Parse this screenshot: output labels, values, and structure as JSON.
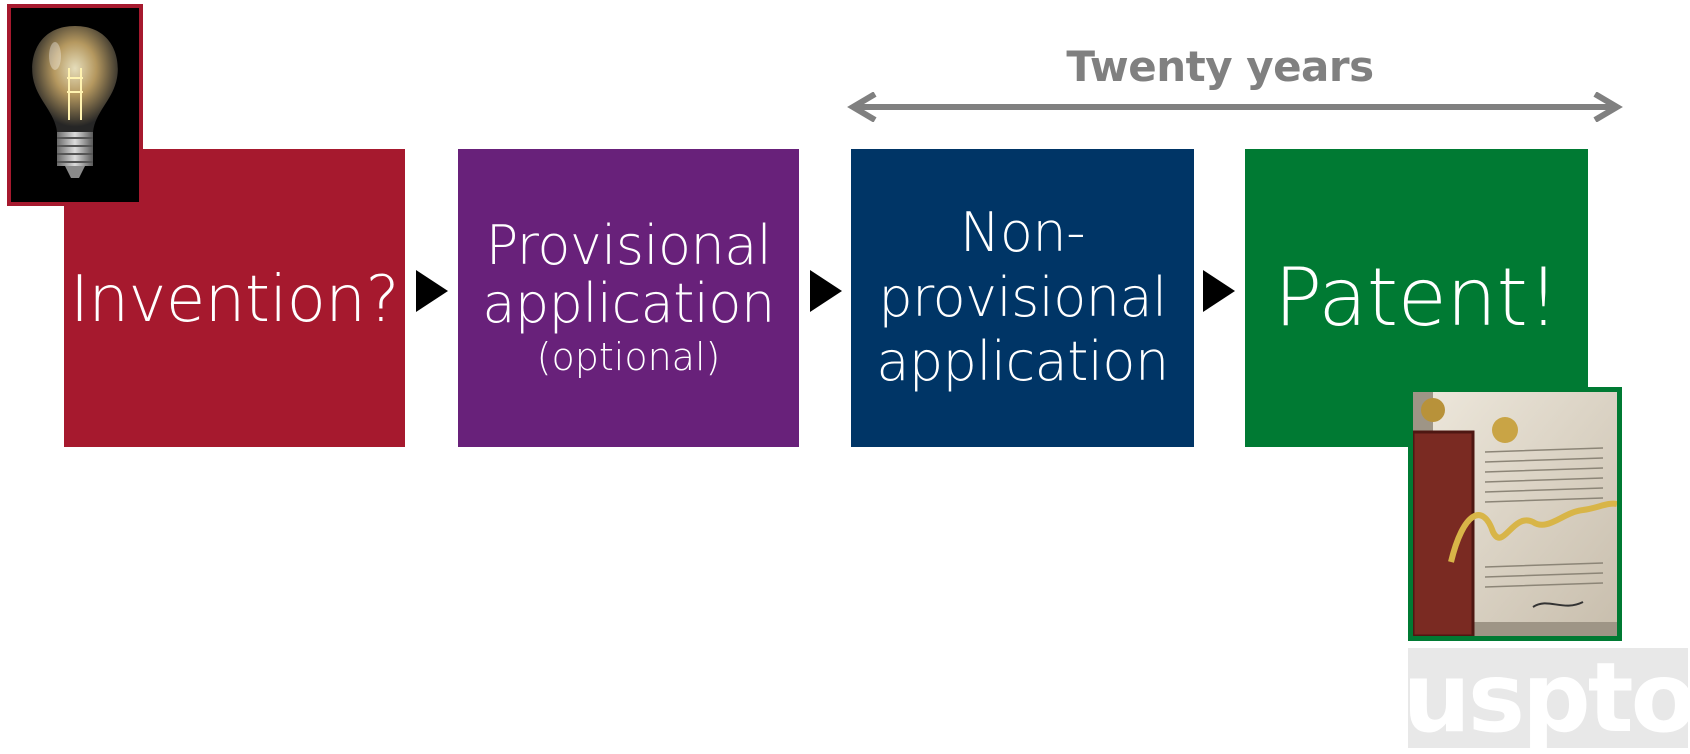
{
  "diagram": {
    "span": {
      "label": "Twenty years"
    },
    "steps": [
      {
        "label": "Invention?",
        "color": "#a6192e"
      },
      {
        "label_lines": [
          "Provisional",
          "application"
        ],
        "sublabel": "(optional)",
        "color": "#68217a"
      },
      {
        "label_lines": [
          "Non-",
          "provisional",
          "application"
        ],
        "color": "#003566"
      },
      {
        "label": "Patent!",
        "color": "#007a33"
      }
    ],
    "arrow_color": "#000000",
    "span_color": "#808080"
  },
  "images": {
    "bulb": {
      "icon": "light-bulb-photo",
      "frame_color": "#a6192e"
    },
    "patent": {
      "icon": "patent-document-photo",
      "frame_color": "#007a33"
    }
  },
  "logo": {
    "text": "uspto",
    "color": "#e8e8e8"
  }
}
